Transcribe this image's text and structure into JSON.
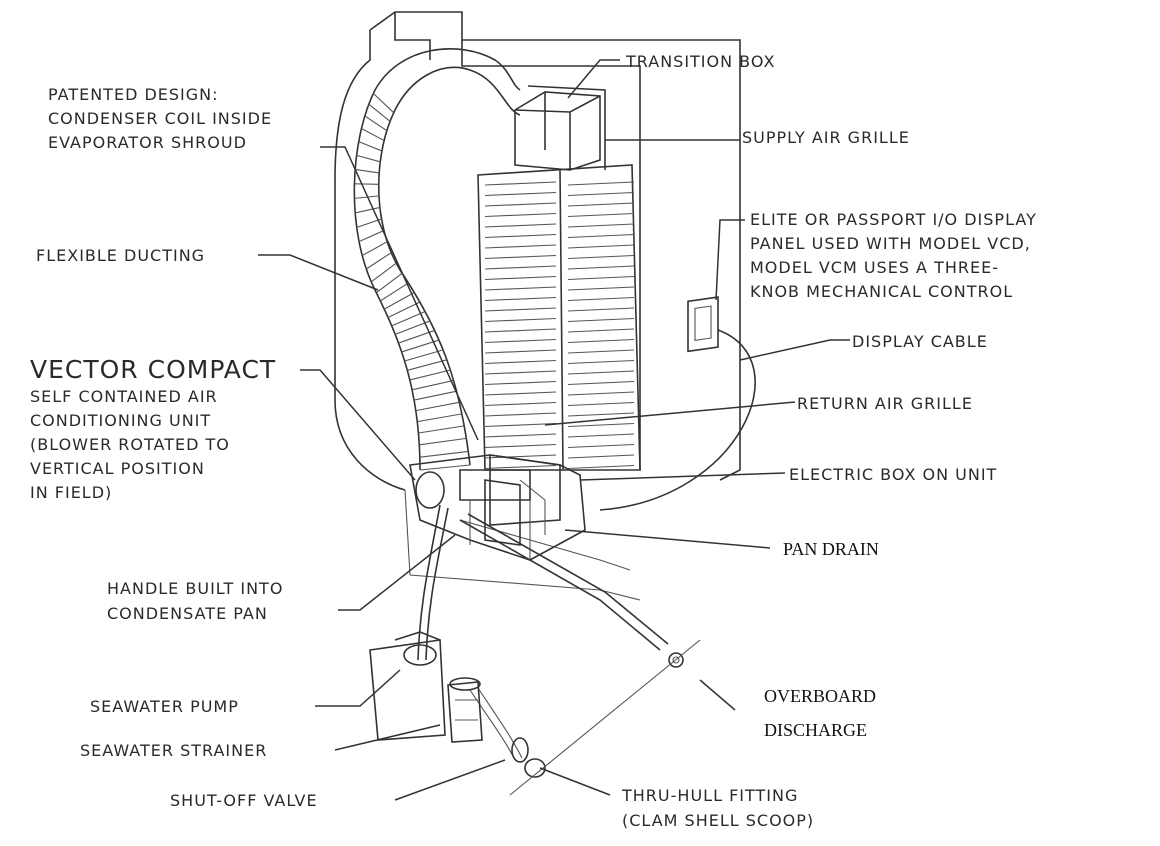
{
  "labels": {
    "transition_box": "TRANSITION BOX",
    "patented": [
      "PATENTED DESIGN:",
      "CONDENSER COIL INSIDE",
      "EVAPORATOR SHROUD"
    ],
    "supply_air_grille": "SUPPLY AIR GRILLE",
    "elite_panel": [
      "ELITE OR PASSPORT I/O DISPLAY",
      "PANEL USED WITH MODEL VCD,",
      "MODEL VCM USES A THREE-",
      "KNOB MECHANICAL CONTROL"
    ],
    "flexible_ducting": "FLEXIBLE DUCTING",
    "display_cable": "DISPLAY CABLE",
    "vector_compact_title": "VECTOR COMPACT",
    "vector_compact_desc": [
      "SELF CONTAINED AIR",
      "CONDITIONING UNIT",
      "(BLOWER ROTATED TO",
      "VERTICAL POSITION",
      "IN FIELD)"
    ],
    "return_air_grille": "RETURN AIR GRILLE",
    "electric_box": "ELECTRIC BOX ON UNIT",
    "pan_drain": "PAN DRAIN",
    "handle": [
      "HANDLE BUILT INTO",
      "CONDENSATE PAN"
    ],
    "seawater_pump": "SEAWATER PUMP",
    "overboard": [
      "OVERBOARD",
      "DISCHARGE"
    ],
    "seawater_strainer": "SEAWATER STRAINER",
    "shutoff_valve": "SHUT-OFF VALVE",
    "thru_hull": [
      "THRU-HULL FITTING",
      "(CLAM SHELL SCOOP)"
    ]
  }
}
